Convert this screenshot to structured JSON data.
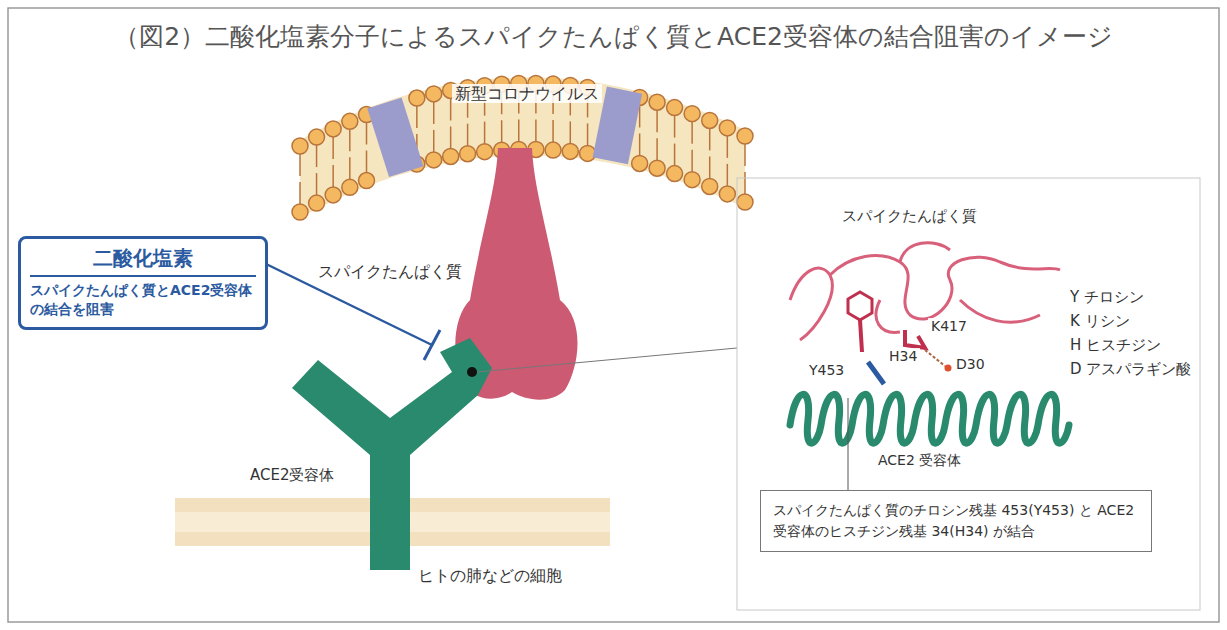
{
  "diagram": {
    "title": "（図2）二酸化塩素分子によるスパイクたんぱく質とACE2受容体の結合阻害のイメージ",
    "nodes": [
      {
        "text": [
          "二酸化塩素",
          "スパイクたんぱく質とACE2受容体の結合を阻害"
        ]
      },
      {
        "text": [
          "スパイクたんぱく質のチロシン残基 453(Y453) と ACE2 受容体のヒスチジン残基 34(H34) が結合"
        ]
      }
    ],
    "labels": [
      "新型コロナウイルス",
      "スパイクたんぱく質",
      "ACE2受容体",
      "ヒトの肺などの細胞",
      "スパイクたんぱく質",
      "Y453",
      "K417",
      "H34",
      "D30",
      "Y チロシン",
      "K リシン",
      "H ヒスチジン",
      "D アスパラギン酸",
      "ACE2 受容体"
    ]
  }
}
